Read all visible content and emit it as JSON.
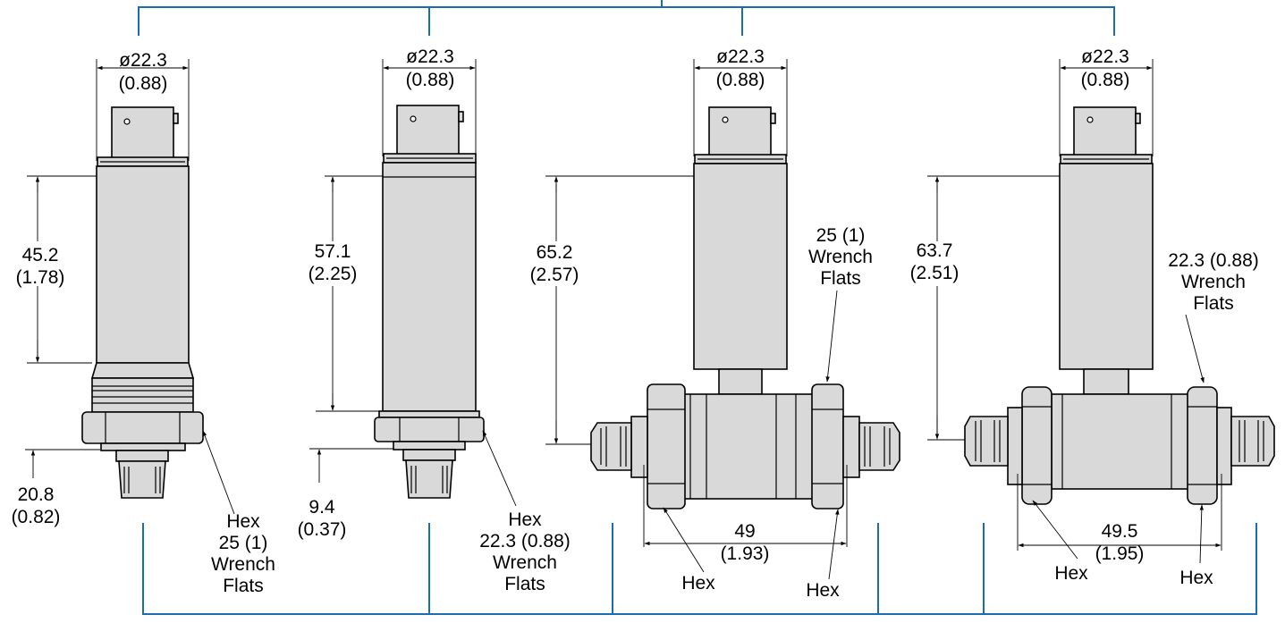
{
  "colors": {
    "bracket": "#1a6db3",
    "body_fill": "#d9d9d9",
    "line": "#000000"
  },
  "views": [
    {
      "diameter": "ø22.3",
      "diameter_in": "(0.88)",
      "length": "45.2",
      "length_in": "(1.78)",
      "thread": "20.8",
      "thread_in": "(0.82)",
      "hex_label": [
        "Hex",
        "25 (1)",
        "Wrench",
        "Flats"
      ]
    },
    {
      "diameter": "ø22.3",
      "diameter_in": "(0.88)",
      "length": "57.1",
      "length_in": "(2.25)",
      "thread": "9.4",
      "thread_in": "(0.37)",
      "hex_label": [
        "Hex",
        "22.3 (0.88)",
        "Wrench",
        "Flats"
      ]
    },
    {
      "diameter": "ø22.3",
      "diameter_in": "(0.88)",
      "length": "65.2",
      "length_in": "(2.57)",
      "flats_label": [
        "25 (1)",
        "Wrench",
        "Flats"
      ],
      "width": "49",
      "width_in": "(1.93)",
      "hex_left": "Hex",
      "hex_right": "Hex"
    },
    {
      "diameter": "ø22.3",
      "diameter_in": "(0.88)",
      "length": "63.7",
      "length_in": "(2.51)",
      "flats_label": [
        "22.3 (0.88)",
        "Wrench",
        "Flats"
      ],
      "width": "49.5",
      "width_in": "(1.95)",
      "hex_left": "Hex",
      "hex_right": "Hex"
    }
  ]
}
